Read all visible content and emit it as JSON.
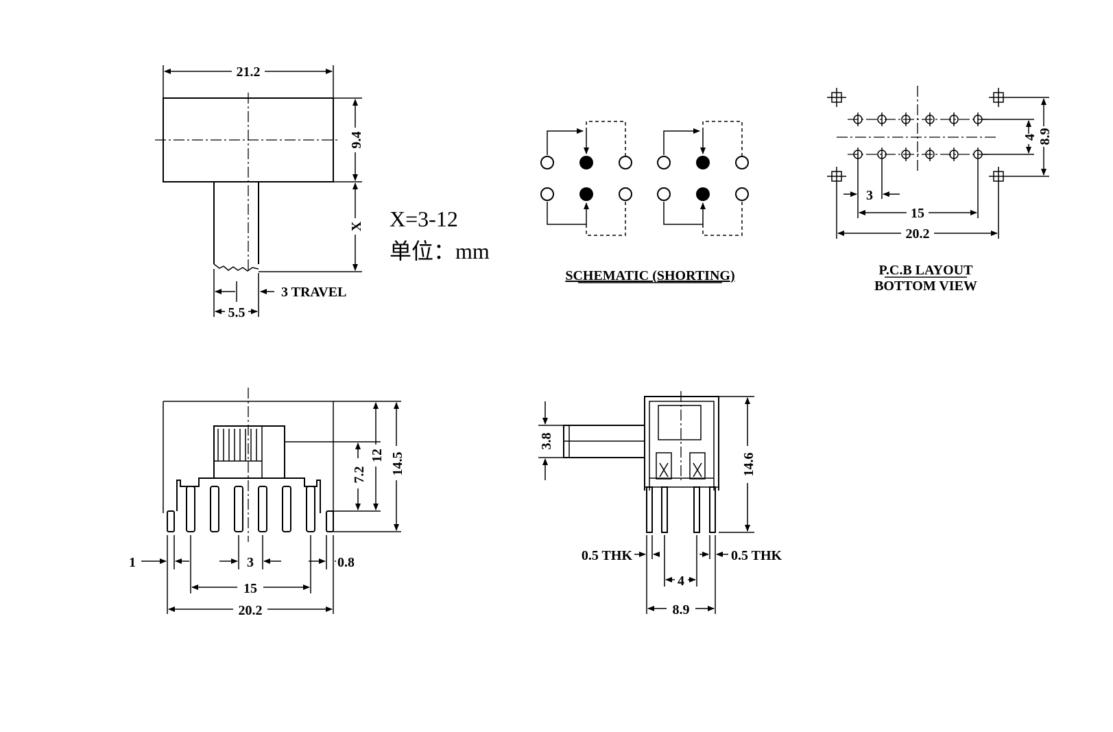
{
  "top_view": {
    "width": "21.2",
    "height": "9.4",
    "stroke_x": "X",
    "stem_width": "5.5",
    "travel": "3 TRAVEL"
  },
  "note": {
    "x_range": "X=3-12",
    "unit": "单位：mm"
  },
  "schematic": {
    "caption": "SCHEMATIC (SHORTING)"
  },
  "pcb": {
    "caption_line1": "P.C.B LAYOUT",
    "caption_line2": "BOTTOM VIEW",
    "row_spacing": "4",
    "outer_height": "8.9",
    "pitch": "3",
    "pin_span": "15",
    "mount_span": "20.2"
  },
  "front_view": {
    "body_height": "14.5",
    "height_12": "12",
    "height_7_2": "7.2",
    "pin_width": "1",
    "pitch": "3",
    "tab_width": "0.8",
    "pin_span": "15",
    "mount_span": "20.2"
  },
  "side_view": {
    "knob_height": "3.8",
    "height": "14.6",
    "thickness_left": "0.5 THK",
    "thickness_right": "0.5 THK",
    "row_spacing": "4",
    "width": "8.9"
  }
}
